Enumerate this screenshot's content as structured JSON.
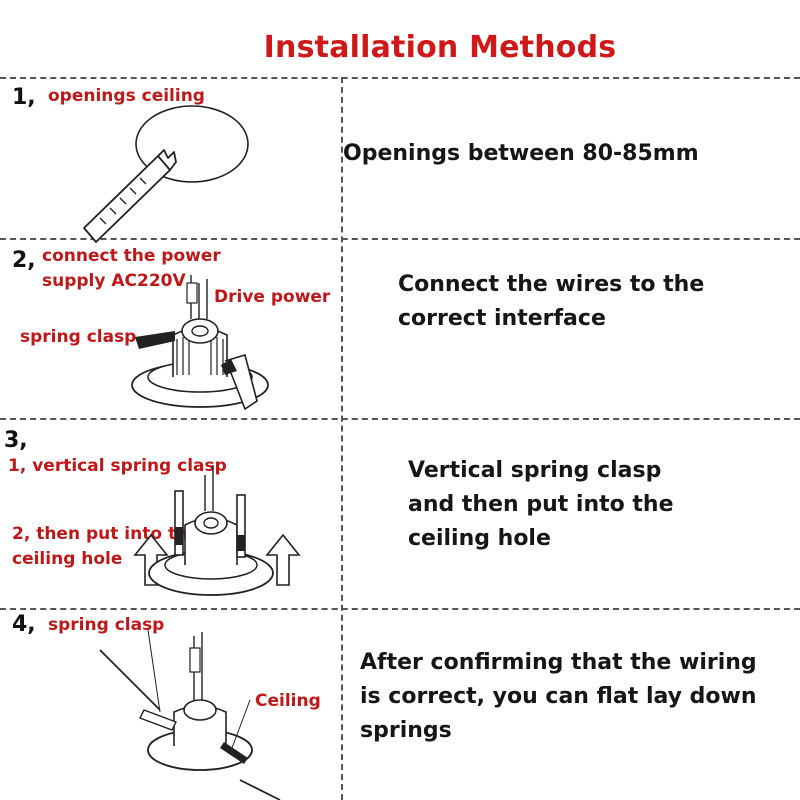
{
  "title": "Installation Methods",
  "steps": [
    {
      "number": "1,",
      "labels": [
        "openings ceiling"
      ],
      "description": [
        "Openings between 80-85mm"
      ]
    },
    {
      "number": "2,",
      "labels": [
        "connect the power",
        "supply AC220V",
        "Drive power",
        "spring clasp"
      ],
      "description": [
        "Connect the wires to the",
        "correct interface"
      ]
    },
    {
      "number": "3,",
      "labels": [
        "1, vertical spring clasp",
        "2, then put into the",
        "ceiling hole"
      ],
      "description": [
        "Vertical spring clasp",
        "and then put into the",
        "ceiling hole"
      ]
    },
    {
      "number": "4,",
      "labels": [
        "spring clasp",
        "Ceiling"
      ],
      "description": [
        "After confirming that the wiring",
        "is correct, you can flat  lay down",
        "springs"
      ]
    }
  ],
  "colors": {
    "title": "#d01818",
    "label": "#c01818",
    "text": "#161616",
    "line": "#555555"
  }
}
